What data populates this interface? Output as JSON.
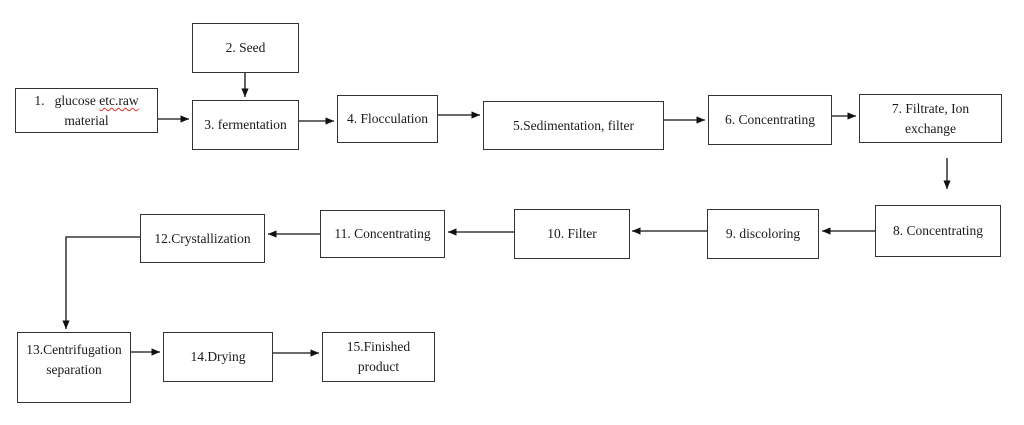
{
  "diagram": {
    "type": "flowchart",
    "background_color": "#ffffff",
    "box_border_color": "#333333",
    "arrow_color": "#111111",
    "misspell_underline_color": "#e03030",
    "nodes": [
      {
        "id": "1",
        "label": "1.   glucose etc.raw material",
        "line1_prefix": "1.   glucose ",
        "line1_misspelled": "etc.raw",
        "line2": "material"
      },
      {
        "id": "2",
        "label": "2. Seed"
      },
      {
        "id": "3",
        "label": "3. fermentation"
      },
      {
        "id": "4",
        "label": "4. Flocculation"
      },
      {
        "id": "5",
        "label": "5.Sedimentation, filter"
      },
      {
        "id": "6",
        "label": "6. Concentrating"
      },
      {
        "id": "7",
        "label": "7. Filtrate, Ion exchange",
        "line1": "7. Filtrate, Ion",
        "line2": "exchange"
      },
      {
        "id": "8",
        "label": "8. Concentrating"
      },
      {
        "id": "9",
        "label": "9. discoloring"
      },
      {
        "id": "10",
        "label": "10. Filter"
      },
      {
        "id": "11",
        "label": "11. Concentrating"
      },
      {
        "id": "12",
        "label": "12.Crystallization"
      },
      {
        "id": "13",
        "label": "13.Centrifugation separation",
        "line1": "13.Centrifugation",
        "line2": "separation"
      },
      {
        "id": "14",
        "label": "14.Drying"
      },
      {
        "id": "15",
        "label": "15.Finished product",
        "line1": "15.Finished",
        "line2": "product"
      }
    ],
    "edges": [
      {
        "from": "1",
        "to": "3"
      },
      {
        "from": "2",
        "to": "3"
      },
      {
        "from": "3",
        "to": "4"
      },
      {
        "from": "4",
        "to": "5"
      },
      {
        "from": "5",
        "to": "6"
      },
      {
        "from": "6",
        "to": "7"
      },
      {
        "from": "7",
        "to": "8"
      },
      {
        "from": "8",
        "to": "9"
      },
      {
        "from": "9",
        "to": "10"
      },
      {
        "from": "10",
        "to": "11"
      },
      {
        "from": "11",
        "to": "12"
      },
      {
        "from": "12",
        "to": "13"
      },
      {
        "from": "13",
        "to": "14"
      },
      {
        "from": "14",
        "to": "15"
      }
    ]
  }
}
